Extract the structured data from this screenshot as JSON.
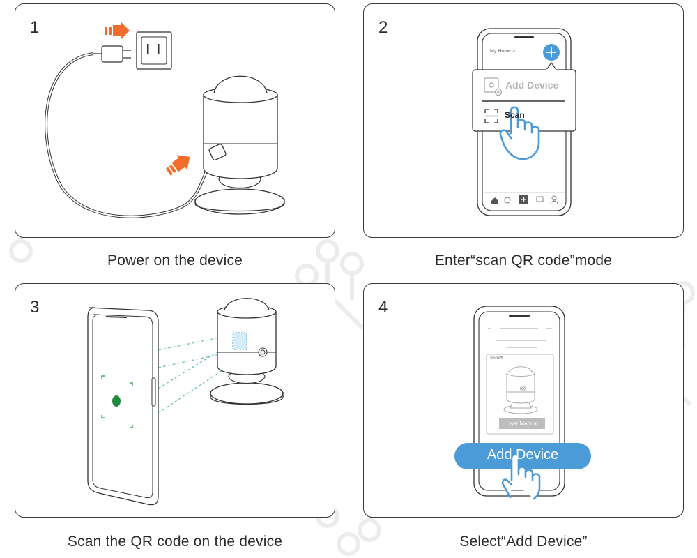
{
  "steps": [
    {
      "number": "1",
      "caption": "Power on the device"
    },
    {
      "number": "2",
      "caption": "Enter“scan QR code”mode"
    },
    {
      "number": "3",
      "caption": "Scan the QR code on the device"
    },
    {
      "number": "4",
      "caption": "Select“Add Device”"
    }
  ],
  "step2": {
    "header_label": "My Home >",
    "add_device_label": "Add Device",
    "scan_label": "Scan"
  },
  "step4": {
    "brand_label": "Sonoff",
    "user_manual_label": "User Manual",
    "add_device_button": "Add Device"
  },
  "colors": {
    "accent_blue": "#4a9bd8",
    "arrow_orange": "#f26c2a",
    "qr_green": "#1f8a3d",
    "scan_line": "#4fb0a8"
  }
}
